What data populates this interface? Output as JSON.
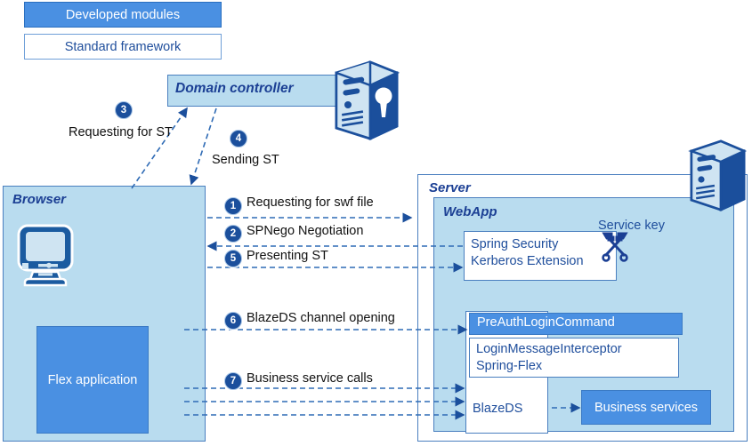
{
  "legend": {
    "developed": "Developed modules",
    "standard": "Standard framework"
  },
  "panels": {
    "domain_controller": "Domain controller",
    "browser": "Browser",
    "server": "Server",
    "webapp": "WebApp"
  },
  "browser": {
    "flex_app": "Flex application",
    "monitor_icon": "monitor-icon"
  },
  "webapp": {
    "spring_security_line1": "Spring Security",
    "spring_security_line2": "Kerberos Extension",
    "service_key": "Service key",
    "service_key_icon": "crossed-keys-icon",
    "preauth": "PreAuthLoginCommand",
    "interceptor_line1": "LoginMessageInterceptor",
    "interceptor_line2": "Spring-Flex",
    "blazeds": "BlazeDS",
    "business_services": "Business services"
  },
  "icons": {
    "domain_controller_server": "server-lock-icon",
    "server": "server-icon"
  },
  "flows": [
    {
      "num": "3",
      "label": "Requesting for ST"
    },
    {
      "num": "4",
      "label": "Sending ST"
    },
    {
      "num": "1",
      "label": "Requesting for swf file"
    },
    {
      "num": "2",
      "label": "SPNego Negotiation"
    },
    {
      "num": "5",
      "label": "Presenting ST"
    },
    {
      "num": "6",
      "label": "BlazeDS channel opening"
    },
    {
      "num": "7",
      "label": "Business service calls"
    }
  ],
  "colors": {
    "accent_blue": "#4a90e2",
    "panel_blue": "#b9dcef",
    "text_blue": "#1f4e9c",
    "border_blue": "#4a7fbf",
    "dark_navy": "#1b4f9c"
  }
}
